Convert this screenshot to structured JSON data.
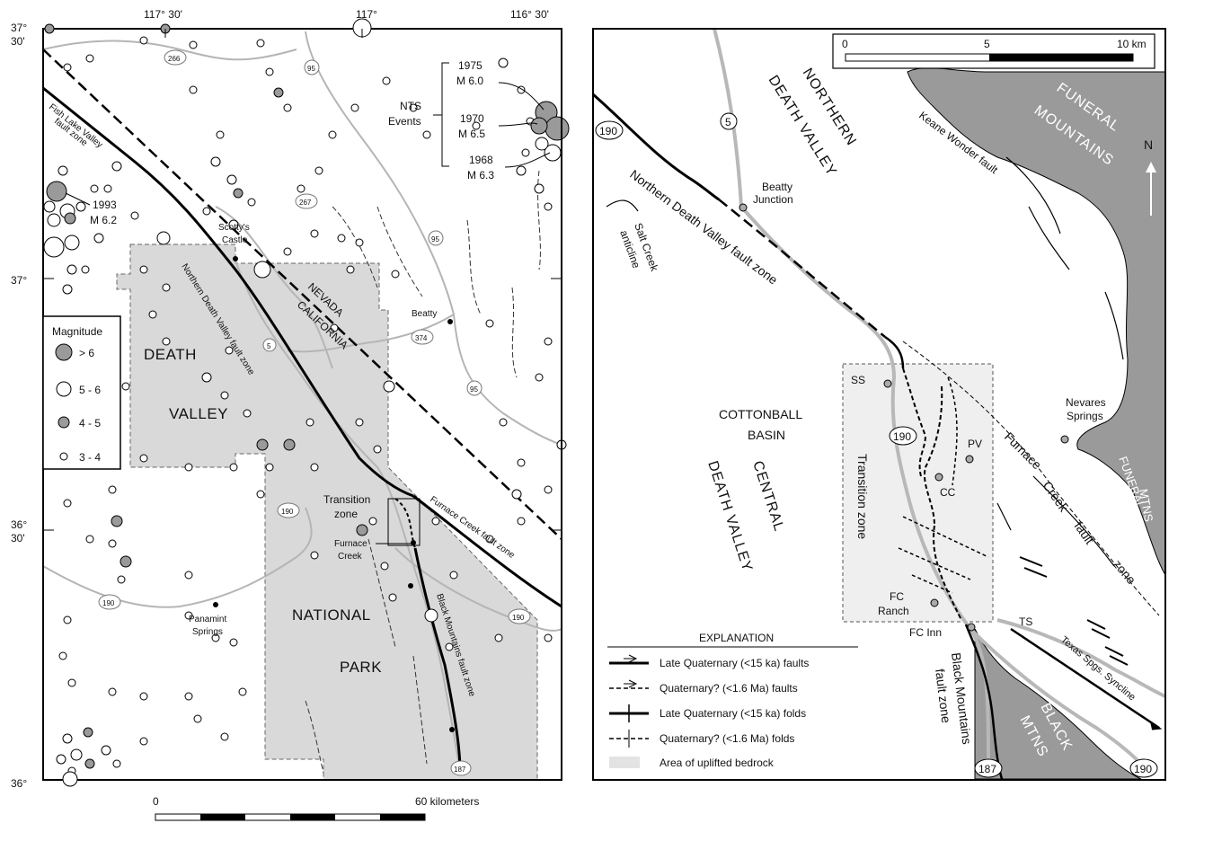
{
  "left_map": {
    "lon_labels": [
      "117° 30'",
      "117°",
      "116° 30'"
    ],
    "lat_labels": [
      {
        "deg": "37°",
        "min": "30'"
      },
      {
        "deg": "37°",
        "min": ""
      },
      {
        "deg": "36°",
        "min": "30'"
      },
      {
        "deg": "36°",
        "min": ""
      }
    ],
    "nts": {
      "title_1": "NTS",
      "title_2": "Events",
      "e1975_year": "1975",
      "e1975_mag": "M 6.0",
      "e1970_year": "1970",
      "e1970_mag": "M 6.5",
      "e1968_year": "1968",
      "e1968_mag": "M 6.3"
    },
    "quake_1993": {
      "year": "1993",
      "mag": "M 6.2"
    },
    "fault_fish_lake_1": "Fish Lake Valley",
    "fault_fish_lake_2": "fault zone",
    "fault_ndv": "Northern Death Valley fault zone",
    "fault_furnace": "Furnace Creek fault zone",
    "fault_black_mtns": "Black Mountains fault zone",
    "state_nevada": "NEVADA",
    "state_california": "CALIFORNIA",
    "park": {
      "w1": "DEATH",
      "w2": "VALLEY",
      "w3": "NATIONAL",
      "w4": "PARK"
    },
    "places": {
      "scottys_1": "Scotty's",
      "scottys_2": "Castle",
      "beatty": "Beatty",
      "transition_1": "Transition",
      "transition_2": "zone",
      "furnace_1": "Furnace",
      "furnace_2": "Creek",
      "panamint_1": "Panamint",
      "panamint_2": "Springs"
    },
    "roads": [
      "266",
      "95",
      "267",
      "95",
      "374",
      "95",
      "5",
      "190",
      "190",
      "190",
      "187"
    ],
    "magnitude_legend": {
      "title": "Magnitude",
      "items": [
        {
          "label": "> 6",
          "fill": "#9a9a9a"
        },
        {
          "label": "5 - 6",
          "fill": "#ffffff"
        },
        {
          "label": "4 - 5",
          "fill": "#9a9a9a"
        },
        {
          "label": "3 - 4",
          "fill": "#ffffff"
        }
      ]
    },
    "scale": {
      "start": "0",
      "end": "60 kilometers"
    }
  },
  "right_map": {
    "scale": {
      "t0": "0",
      "t5": "5",
      "t10": "10 km"
    },
    "north": "N",
    "areas": {
      "northern_dv_1": "NORTHERN",
      "northern_dv_2": "DEATH VALLEY",
      "funeral_1": "FUNERAL",
      "funeral_2": "MOUNTAINS",
      "funeral_mtns_1": "FUNERAL",
      "funeral_mtns_2": "MTNS",
      "cottonball_1": "COTTONBALL",
      "cottonball_2": "BASIN",
      "central_dv_1": "CENTRAL",
      "central_dv_2": "DEATH VALLEY",
      "black_1": "BLACK",
      "black_2": "MTNS"
    },
    "labels": {
      "keane": "Keane Wonder fault",
      "beatty_junction_1": "Beatty",
      "beatty_junction_2": "Junction",
      "salt_creek_1": "Salt Creek",
      "salt_creek_2": "anticline",
      "ndv": "Northern Death Valley fault zone",
      "nevares_1": "Nevares",
      "nevares_2": "Springs",
      "ss": "SS",
      "pv": "PV",
      "cc": "CC",
      "ts": "TS",
      "transition": "Transition zone",
      "fc_ranch_1": "FC",
      "fc_ranch_2": "Ranch",
      "fc_inn": "FC Inn",
      "furnace_1": "Furnace",
      "furnace_2": "Creek",
      "furnace_3": "fault",
      "furnace_4": "zone",
      "texas": "Texas Spgs. Syncline",
      "black_fz_1": "Black Mountains",
      "black_fz_2": "fault zone"
    },
    "roads": [
      "5",
      "190",
      "190",
      "187",
      "190"
    ],
    "explanation": {
      "title": "EXPLANATION",
      "items": [
        "Late Quaternary (<15 ka) faults",
        "Quaternary? (<1.6 Ma) faults",
        "Late Quaternary (<15 ka) folds",
        "Quaternary? (<1.6 Ma) folds",
        "Area of uplifted bedrock"
      ]
    }
  },
  "colors": {
    "park_fill": "#d9d9d9",
    "bedrock": "#9a9a9a",
    "road": "#b5b5b5",
    "quake_gray": "#9a9a9a"
  }
}
